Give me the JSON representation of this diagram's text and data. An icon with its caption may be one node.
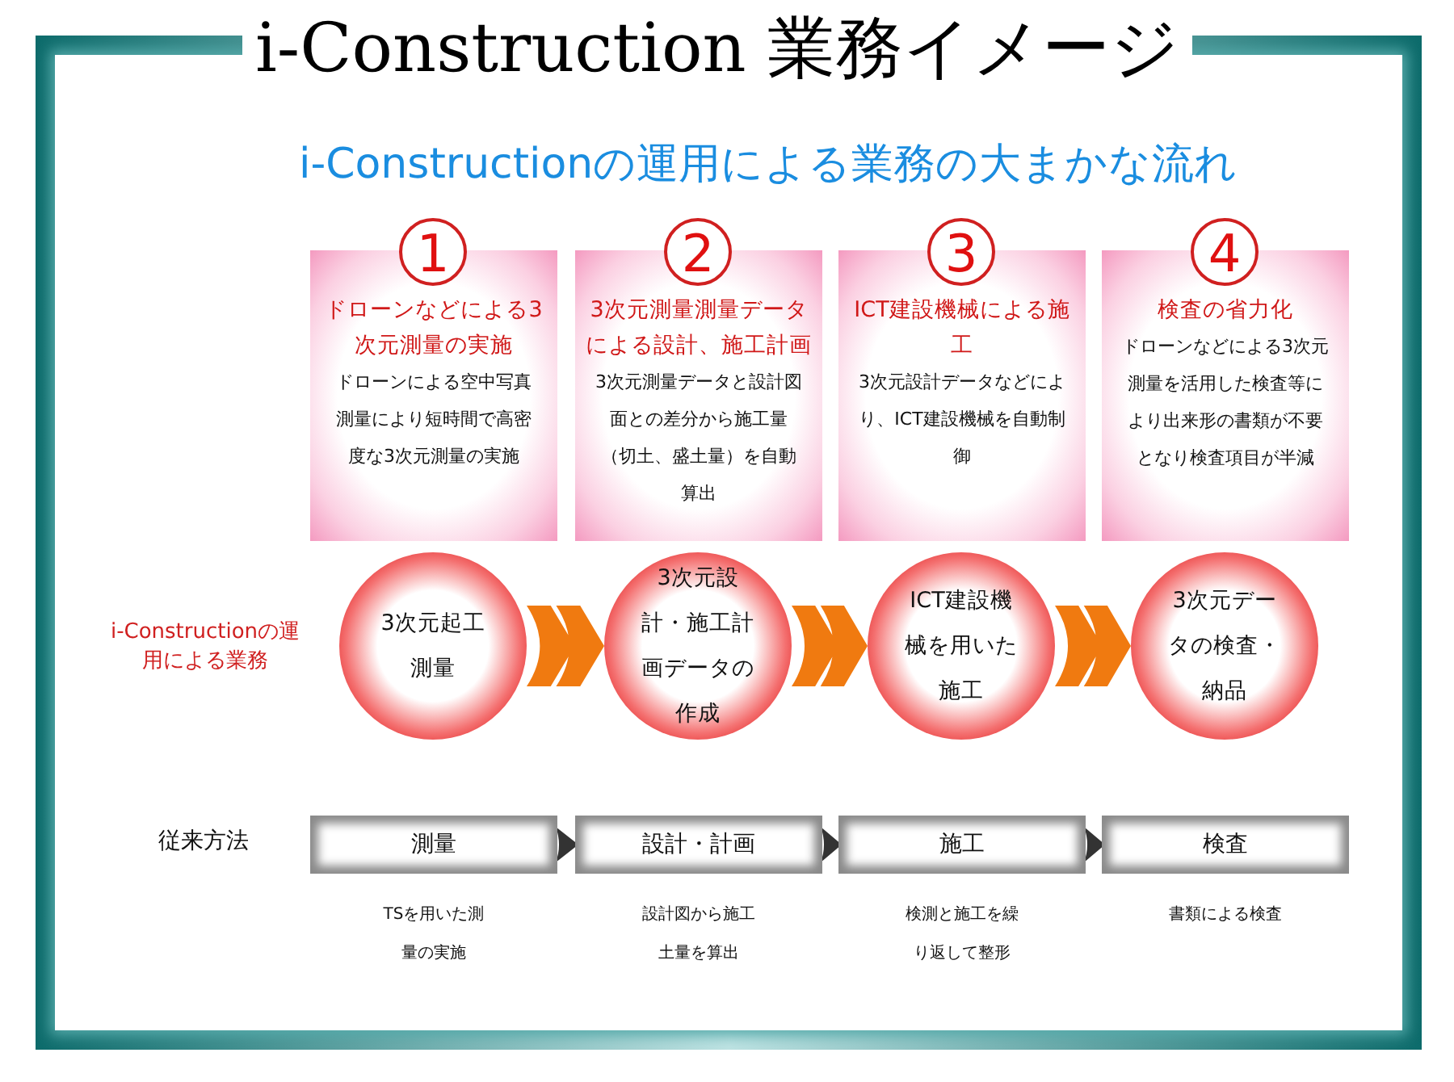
{
  "diagram": {
    "title": "i-Construction 業務イメージ",
    "nodes": [
      {
        "text": [
          "1"
        ]
      },
      {
        "text": [
          "2"
        ]
      },
      {
        "text": [
          "3"
        ]
      },
      {
        "text": [
          "4"
        ]
      },
      {
        "text": [
          "ドローンなどによる3次元測量の実施",
          "ドローンによる空中写真測量により短時間で高密度な3次元測量の実施"
        ]
      },
      {
        "text": [
          "3次元測量測量データによる設計、施工計画",
          "3次元測量データと設計図面との差分から施工量（切土、盛土量）を自動算出"
        ]
      },
      {
        "text": [
          "ICT建設機械による施工",
          "3次元設計データなどにより、ICT建設機械を自動制御"
        ]
      },
      {
        "text": [
          "検査の省力化",
          "ドローンなどによる3次元測量を活用した検査等により出来形の書類が不要となり検査項目が半減"
        ]
      },
      {
        "text": [
          "3次元起工測量"
        ]
      },
      {
        "text": [
          "3次元設計・施工計画データの作成"
        ]
      },
      {
        "text": [
          "ICT建設機械を用いた施工"
        ]
      },
      {
        "text": [
          "3次元データの検査・納品"
        ]
      },
      {
        "text": [
          "測量"
        ],
        "beside": [
          "TSを用いた測量の実施"
        ]
      },
      {
        "text": [
          "設計・計画"
        ],
        "beside": [
          "設計図から施工土量を算出"
        ]
      },
      {
        "text": [
          "施工"
        ],
        "beside": [
          "検測と施工を繰り返して整形"
        ]
      },
      {
        "text": [
          "検査"
        ],
        "beside": [
          "書類による検査"
        ]
      }
    ],
    "edges": [
      {
        "from": 8,
        "to": 9,
        "arrow": "to"
      },
      {
        "from": 9,
        "to": 10,
        "arrow": "to"
      },
      {
        "from": 10,
        "to": 11,
        "arrow": "to"
      },
      {
        "from": 12,
        "to": 13,
        "arrow": "to",
        "color": "#333333"
      },
      {
        "from": 13,
        "to": 14,
        "arrow": "to",
        "color": "#333333"
      },
      {
        "from": 14,
        "to": 15,
        "arrow": "to",
        "color": "#333333"
      }
    ],
    "labels": [
      "i-Constructionの運用による業務の大まかな流れ",
      "i-Constructionの運用による業務",
      "従来方法"
    ]
  }
}
